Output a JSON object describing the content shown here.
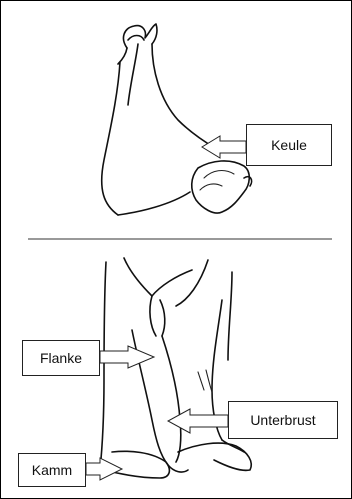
{
  "labels": {
    "keule": "Keule",
    "flanke": "Flanke",
    "unterbrust": "Unterbrust",
    "kamm": "Kamm"
  }
}
